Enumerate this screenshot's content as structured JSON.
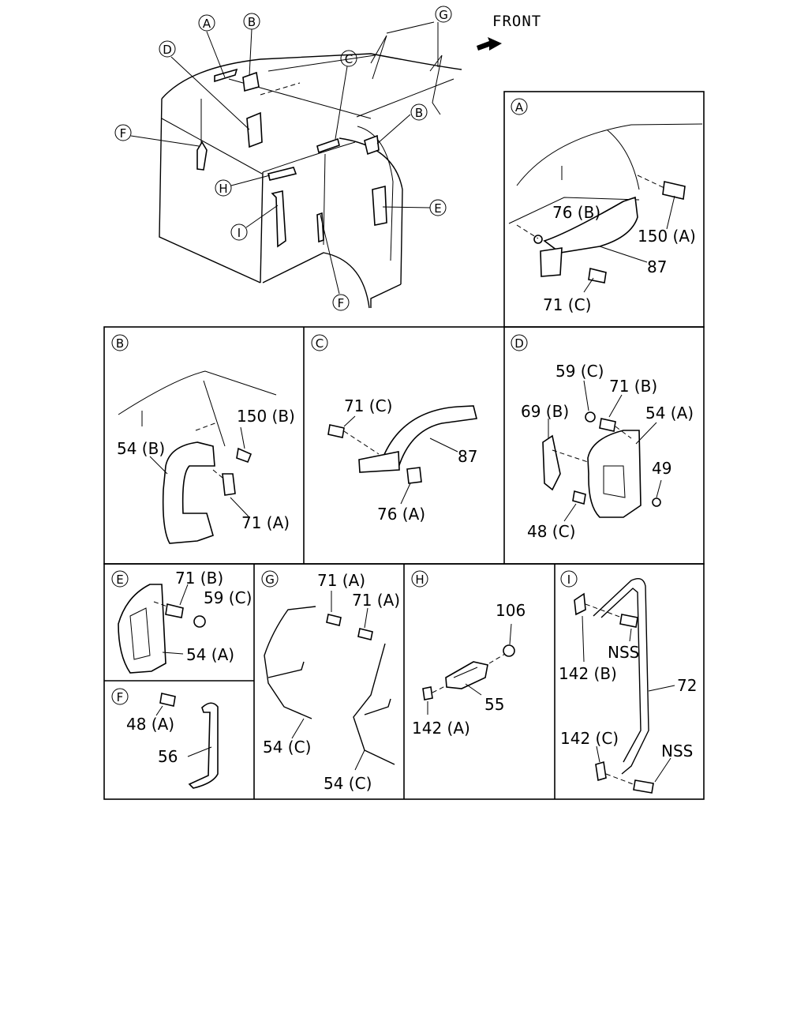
{
  "front_label": "FRONT",
  "overview_callouts": [
    {
      "id": "ov-A",
      "text": "A"
    },
    {
      "id": "ov-B1",
      "text": "B"
    },
    {
      "id": "ov-D",
      "text": "D"
    },
    {
      "id": "ov-G",
      "text": "G"
    },
    {
      "id": "ov-C",
      "text": "C"
    },
    {
      "id": "ov-B2",
      "text": "B"
    },
    {
      "id": "ov-F1",
      "text": "F"
    },
    {
      "id": "ov-H",
      "text": "H"
    },
    {
      "id": "ov-E",
      "text": "E"
    },
    {
      "id": "ov-I",
      "text": "I"
    },
    {
      "id": "ov-F2",
      "text": "F"
    }
  ],
  "panels": {
    "A": {
      "badge": "A",
      "labels": [
        "76 (B)",
        "150 (A)",
        "87",
        "71 (C)"
      ]
    },
    "B": {
      "badge": "B",
      "labels": [
        "150 (B)",
        "54 (B)",
        "71 (A)"
      ]
    },
    "C": {
      "badge": "C",
      "labels": [
        "71 (C)",
        "87",
        "76 (A)"
      ]
    },
    "D": {
      "badge": "D",
      "labels": [
        "59 (C)",
        "71 (B)",
        "69 (B)",
        "54 (A)",
        "49",
        "48 (C)"
      ]
    },
    "E": {
      "badge": "E",
      "labels": [
        "71 (B)",
        "59 (C)",
        "54 (A)"
      ]
    },
    "F": {
      "badge": "F",
      "labels": [
        "48 (A)",
        "56"
      ]
    },
    "G": {
      "badge": "G",
      "labels": [
        "71 (A)",
        "71 (A)",
        "54 (C)",
        "54 (C)"
      ]
    },
    "H": {
      "badge": "H",
      "labels": [
        "106",
        "55",
        "142 (A)"
      ]
    },
    "I": {
      "badge": "I",
      "labels": [
        "142 (B)",
        "NSS",
        "72",
        "142 (C)",
        "NSS"
      ]
    }
  }
}
